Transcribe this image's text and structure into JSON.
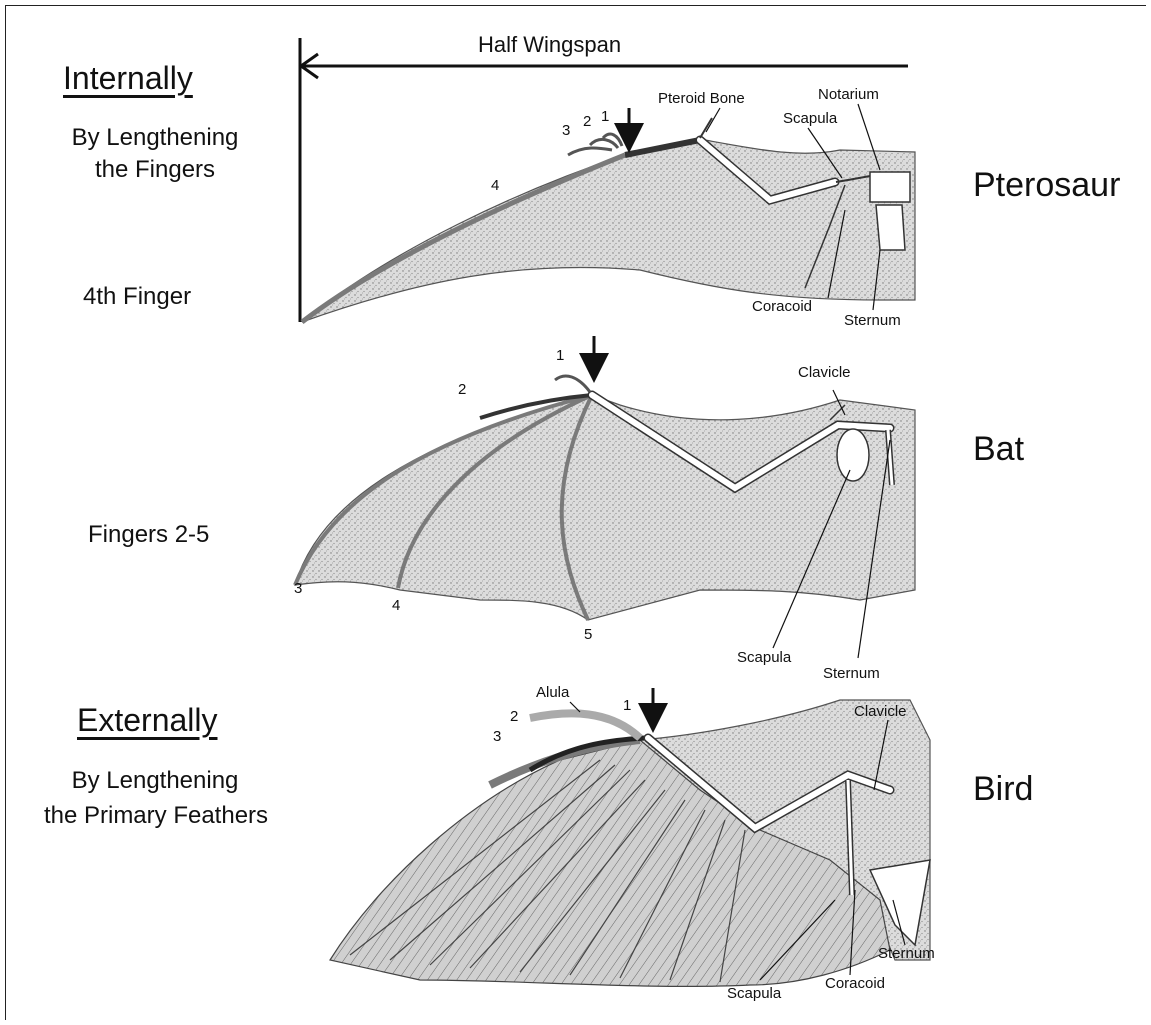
{
  "span_label": "Half  Wingspan",
  "groups": {
    "internal": {
      "heading": "Internally",
      "line1": "By  Lengthening",
      "line2": "the Fingers"
    },
    "external": {
      "heading": "Externally",
      "line1": "By Lengthening",
      "line2": "the Primary Feathers"
    }
  },
  "pterosaur": {
    "name": "Pterosaur",
    "method": "4th Finger",
    "labels": {
      "pteroid": "Pteroid Bone",
      "notarium": "Notarium",
      "scapula": "Scapula",
      "coracoid": "Coracoid",
      "sternum": "Sternum"
    },
    "fingers": [
      "1",
      "2",
      "3",
      "4"
    ]
  },
  "bat": {
    "name": "Bat",
    "method": "Fingers 2-5",
    "labels": {
      "clavicle": "Clavicle",
      "scapula": "Scapula",
      "sternum": "Sternum"
    },
    "fingers": [
      "1",
      "2",
      "3",
      "4",
      "5"
    ]
  },
  "bird": {
    "name": "Bird",
    "labels": {
      "alula": "Alula",
      "clavicle": "Clavicle",
      "sternum": "Sternum",
      "scapula": "Scapula",
      "coracoid": "Coracoid"
    },
    "fingers": [
      "1",
      "2",
      "3"
    ]
  },
  "colors": {
    "membrane": "#d8d8d8",
    "bone": "#ffffff",
    "finger": "#7a7a7a",
    "ink": "#111111"
  }
}
